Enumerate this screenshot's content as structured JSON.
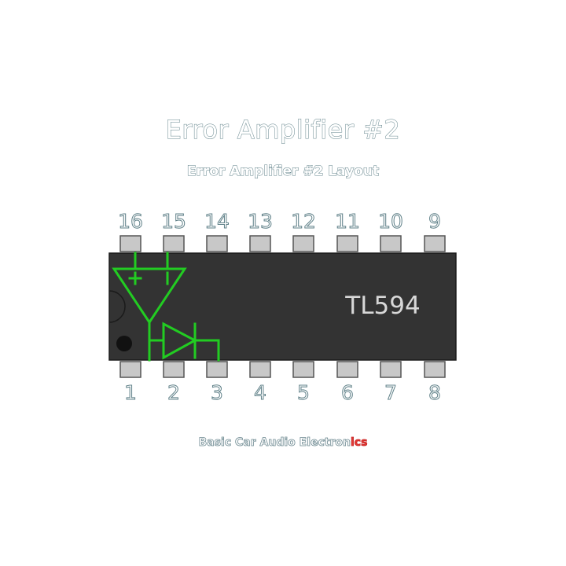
{
  "title": "Error Amplifier #2",
  "subtitle": "Error Amplifier #2 Layout",
  "chip_label": "TL594",
  "top_pins": [
    "16",
    "15",
    "14",
    "13",
    "12",
    "11",
    "10",
    "9"
  ],
  "bottom_pins": [
    "1",
    "2",
    "3",
    "4",
    "5",
    "6",
    "7",
    "8"
  ],
  "opamp_plus_sign": "+",
  "footer_main": "Basic Car Audio Electron",
  "footer_accent": "ics",
  "colors": {
    "chip_body": "#333333",
    "pin": "#c8c8c8",
    "schematic": "#22cc22",
    "text_outline": "#5f8088",
    "footer_accent": "#e53935"
  }
}
